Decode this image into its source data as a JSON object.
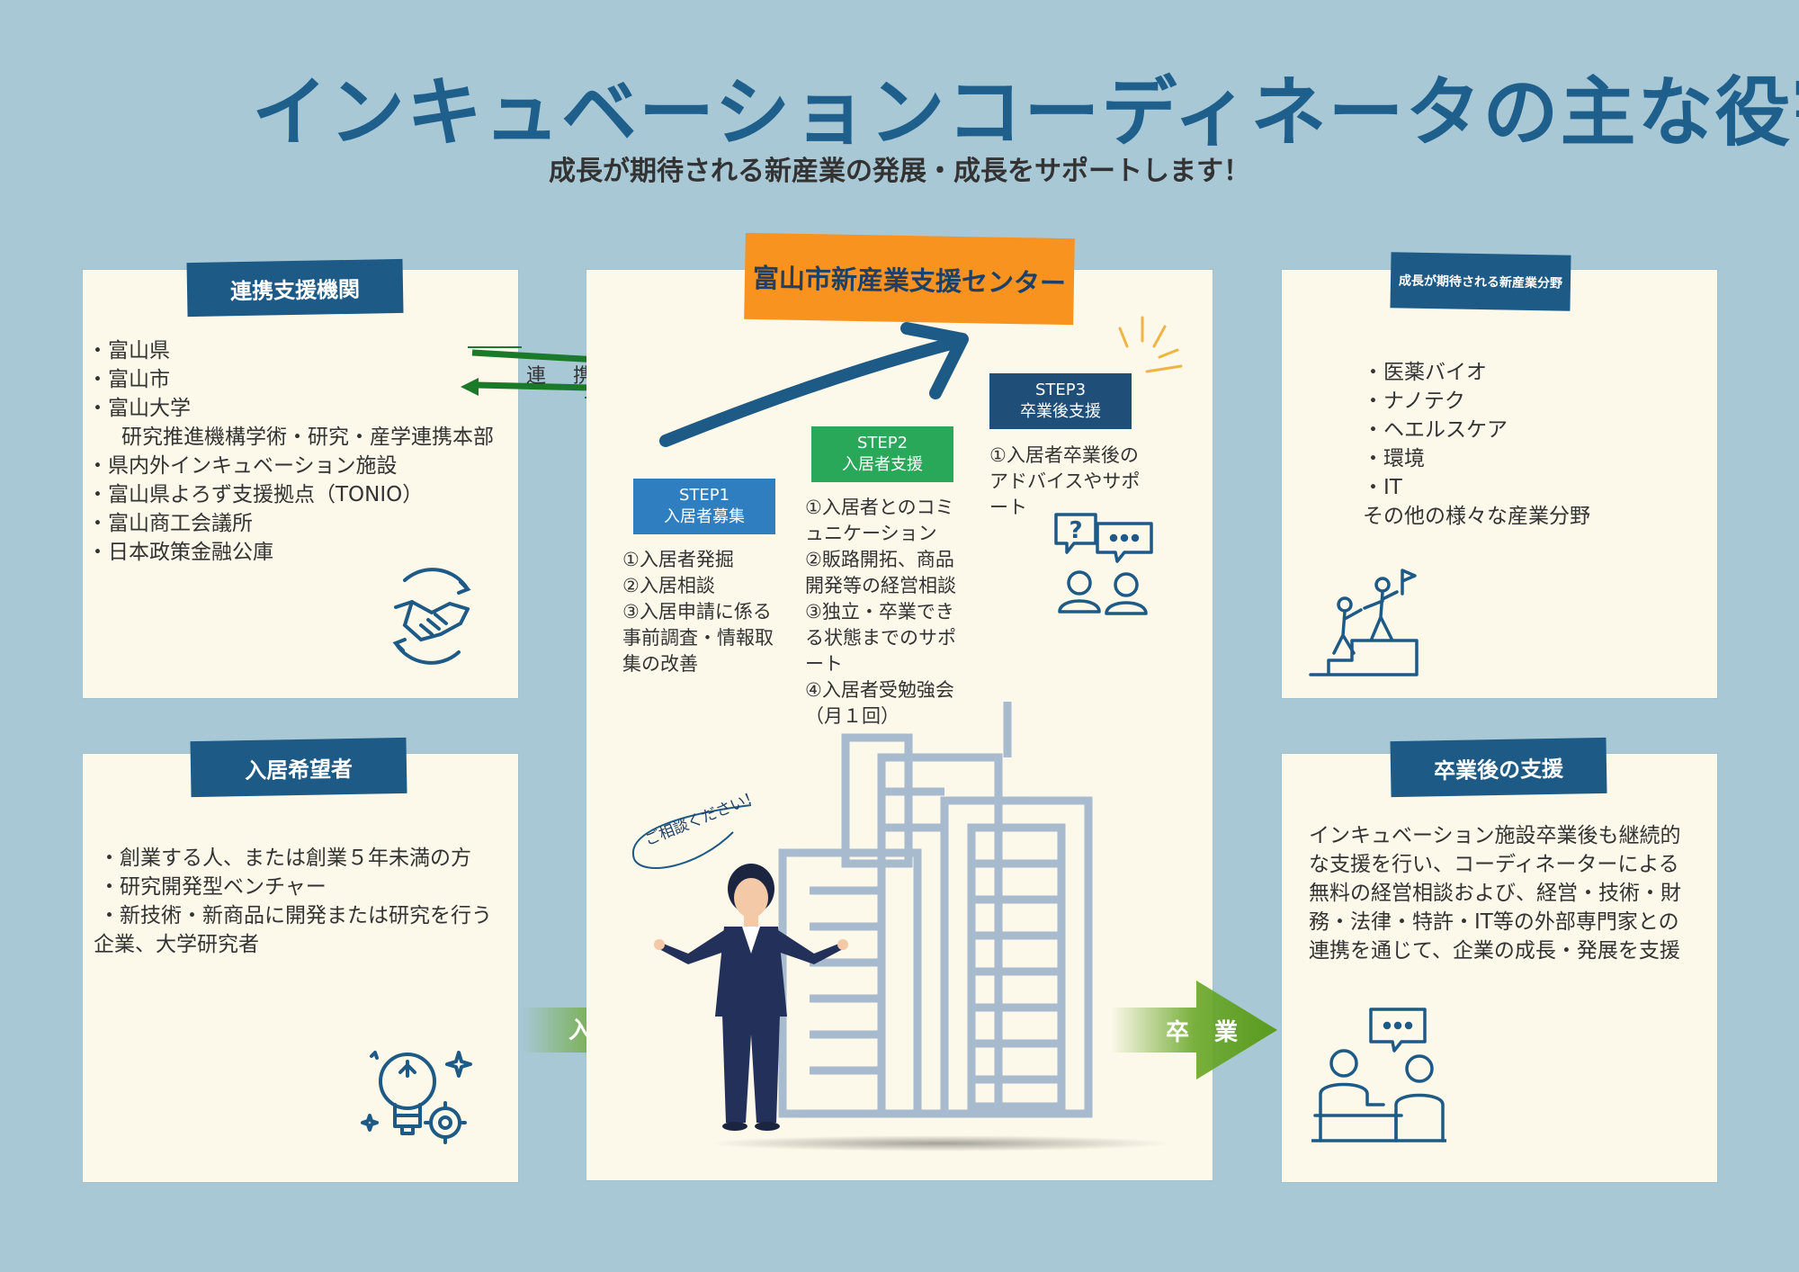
{
  "header": {
    "title": "インキュベーションコーディネータの主な役割",
    "subtitle": "成長が期待される新産業の発展・成長をサポートします！"
  },
  "partners": {
    "label": "連携支援機関",
    "items": [
      "・富山県",
      "・富山市",
      "・富山大学",
      "　研究推進機構学術・研究・産学連携本部",
      "・県内外インキュベーション施設",
      "・富山県よろず支援拠点（TONIO）",
      "・富山商工会議所",
      "・日本政策金融公庫"
    ]
  },
  "link_label": "連　携",
  "applicants": {
    "label": "入居希望者",
    "items": [
      "・創業する人、または創業５年未満の方",
      "・研究開発型ベンチャー",
      "・新技術・新商品に開発または研究を行う",
      "企業、大学研究者"
    ]
  },
  "center": {
    "title": "富山市新産業支援センター",
    "speech": "ご相談ください！",
    "steps": [
      {
        "label": "STEP1",
        "name": "入居者募集",
        "color": "#2f7fc0",
        "items": [
          "①入居者発掘",
          "②入居相談",
          "③入居申請に係る",
          "事前調査・情報取",
          "集の改善"
        ]
      },
      {
        "label": "STEP2",
        "name": "入居者支援",
        "color": "#2aa85a",
        "items": [
          "①入居者とのコミ",
          "ュニケーション",
          "②販路開拓、商品",
          "開発等の経営相談",
          "③独立・卒業でき",
          "る状態までのサポ",
          "ート",
          "④入居者受勉強会",
          "（月１回）"
        ]
      },
      {
        "label": "STEP3",
        "name": "卒業後支援",
        "color": "#1f4e79",
        "items": [
          "①入居者卒業後の",
          "アドバイスやサポ",
          "ート"
        ]
      }
    ]
  },
  "arrows": {
    "enter": "入居",
    "graduate": "卒業"
  },
  "fields": {
    "label": "成長が期待される新産業分野",
    "items": [
      "・医薬バイオ",
      "・ナノテク",
      "・ヘエルスケア",
      "・環境",
      "・IT",
      "その他の様々な産業分野"
    ]
  },
  "after": {
    "label": "卒業後の支援",
    "lines": [
      "インキュベーション施設卒業後も継続的",
      "な支援を行い、コーディネーターによる",
      "無料の経営相談および、経営・技術・財",
      "務・法律・特許・IT等の外部専門家との",
      "連携を通じて、企業の成長・発展を支援"
    ]
  },
  "colors": {
    "background": "#a8c8d6",
    "panel": "#fcf8ea",
    "ribbon": "#1e5a86",
    "accent_orange": "#f7931e",
    "arrow_green": "#6aa82a"
  }
}
